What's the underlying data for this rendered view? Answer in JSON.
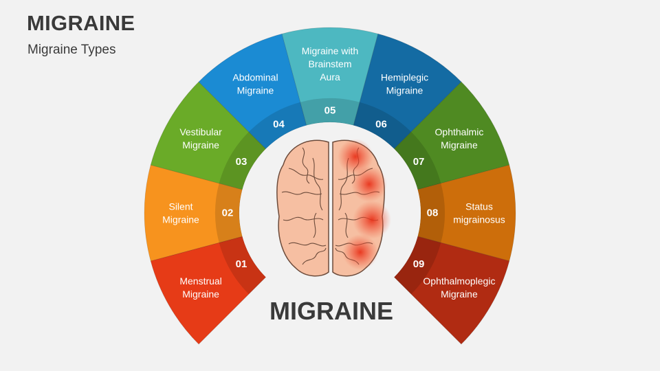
{
  "header": {
    "title": "MIGRAINE",
    "subtitle": "Migraine Types"
  },
  "center": {
    "title": "MIGRAINE",
    "icon": "brain-icon"
  },
  "segments": [
    {
      "number": "01",
      "label": [
        "Menstrual",
        "Migraine"
      ],
      "color": "#e63b17"
    },
    {
      "number": "02",
      "label": [
        "Silent",
        "Migraine"
      ],
      "color": "#f7931e"
    },
    {
      "number": "03",
      "label": [
        "Vestibular",
        "Migraine"
      ],
      "color": "#6aab28"
    },
    {
      "number": "04",
      "label": [
        "Abdominal",
        "Migraine"
      ],
      "color": "#1b8bd3"
    },
    {
      "number": "05",
      "label": [
        "Migraine with",
        "Brainstem",
        "Aura"
      ],
      "color": "#4db8c1"
    },
    {
      "number": "06",
      "label": [
        "Hemiplegic",
        "Migraine"
      ],
      "color": "#146ba3"
    },
    {
      "number": "07",
      "label": [
        "Ophthalmic",
        "Migraine"
      ],
      "color": "#4f8a22"
    },
    {
      "number": "08",
      "label": [
        "Status",
        "migrainosus"
      ],
      "color": "#cd6e0b"
    },
    {
      "number": "09",
      "label": [
        "Ophthalmoplegic",
        "Migraine"
      ],
      "color": "#b02b12"
    }
  ]
}
